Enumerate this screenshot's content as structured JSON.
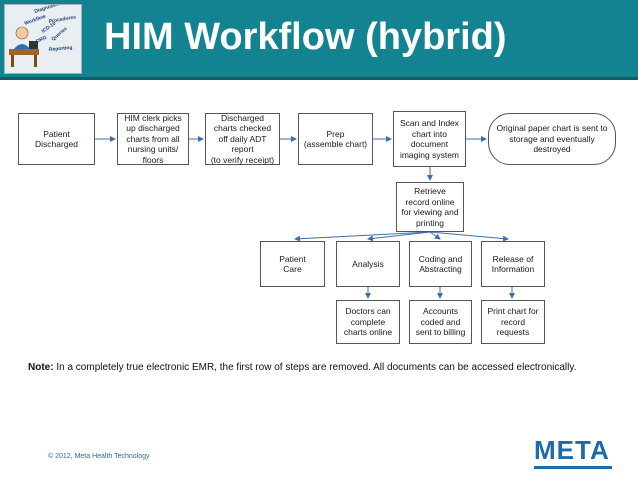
{
  "header": {
    "title": "HIM Workflow (hybrid)",
    "background_color": "#138391",
    "logo_words": [
      "Diagnoses",
      "Procedures",
      "Workflow",
      "ICD-10",
      "DRG",
      "Queries",
      "Reporting"
    ]
  },
  "flow": {
    "row1": [
      {
        "text": "Patient\nDischarged"
      },
      {
        "text": "HIM clerk picks\nup discharged\ncharts from all\nnursing units/\nfloors"
      },
      {
        "text": "Discharged\ncharts checked\noff daily ADT\nreport\n(to verify receipt)"
      },
      {
        "text": "Prep\n(assemble chart)"
      },
      {
        "text": "Scan and Index\nchart into\ndocument\nimaging system"
      },
      {
        "text": "Original paper chart is sent to\nstorage and eventually\ndestroyed"
      }
    ],
    "retrieve": {
      "text": "Retrieve\nrecord online\nfor viewing and\nprinting"
    },
    "row2": [
      {
        "text": "Patient\nCare"
      },
      {
        "text": "Analysis"
      },
      {
        "text": "Coding and\nAbstracting"
      },
      {
        "text": "Release of\nInformation"
      }
    ],
    "row3": [
      {
        "text": "Doctors can\ncomplete\ncharts online"
      },
      {
        "text": "Accounts\ncoded and\nsent to billing"
      },
      {
        "text": "Print chart for\nrecord\nrequests"
      }
    ],
    "connector_color": "#3d6ea8"
  },
  "note": {
    "label": "Note:",
    "text": " In a completely true electronic EMR, the first row of steps are removed. All documents can be accessed electronically."
  },
  "footer": {
    "copyright": "© 2012, Meta Health Technology",
    "logo_text": "META",
    "logo_color": "#1f6aa8"
  }
}
